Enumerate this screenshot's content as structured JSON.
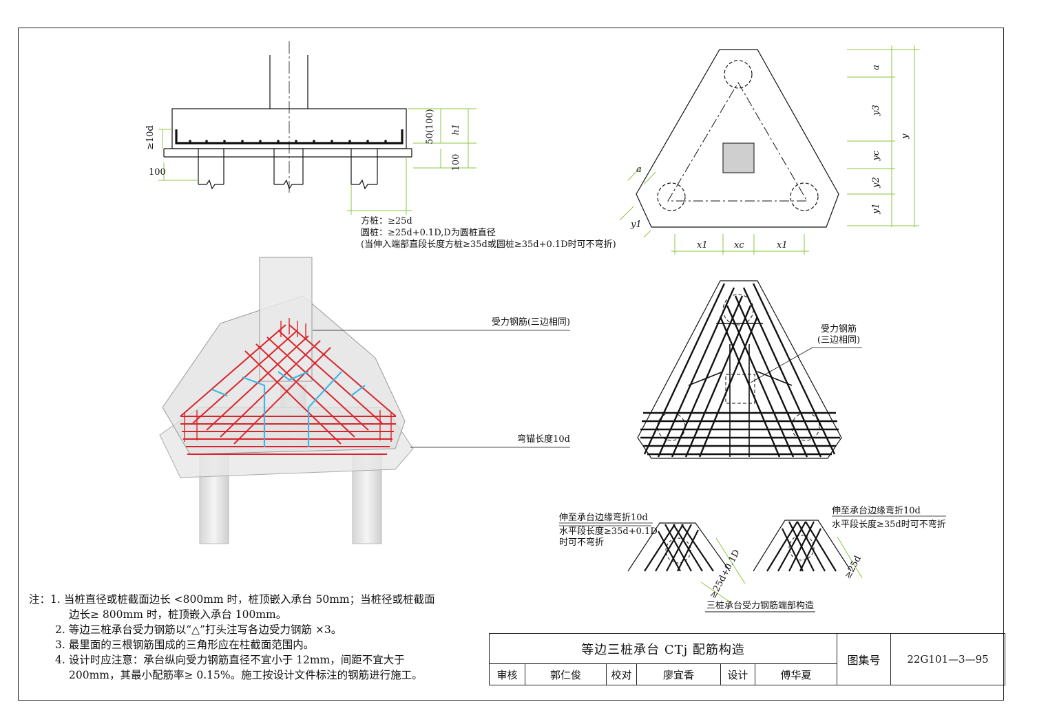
{
  "section_view": {
    "dim_left_top": "≥10d",
    "dim_left_bottom": "100",
    "dim_right_top": "50(100)",
    "dim_right_h": "h1",
    "dim_right_bottom": "100",
    "note_square": "方桩：≥25d",
    "note_round": "圆桩：≥25d+0.1D,D为圆桩直径",
    "note_condition": "(当伸入端部直段长度方桩≥35d或圆桩≥35d+0.1D时可不弯折)"
  },
  "plan_view": {
    "dim_a_top": "a",
    "dim_y3": "y3",
    "dim_y": "y",
    "dim_yc": "yc",
    "dim_y2": "y2",
    "dim_y1": "y1",
    "dim_a_left": "a",
    "dim_y1_left": "y1",
    "dim_x1_left": "x1",
    "dim_xc": "xc",
    "dim_x1_right": "x1"
  },
  "iso_view": {
    "label_bars": "受力钢筋(三边相同)",
    "label_hook": "弯锚长度10d"
  },
  "rebar_plan": {
    "label_bars": "受力钢筋",
    "label_bars_sub": "(三边相同)"
  },
  "end_detail": {
    "left_label_1": "伸至承台边缘弯折10d",
    "left_label_2": "水平段长度≥35d+0.1D",
    "left_label_3": "时可不弯折",
    "left_dim": "≥25d+0.1D",
    "right_label_1": "伸至承台边缘弯折10d",
    "right_label_2": "水平段长度≥35d时可不弯折",
    "right_dim": "≥25d",
    "caption": "三桩承台受力钢筋端部构造"
  },
  "notes": {
    "prefix": "注：",
    "n1a": "1. 当桩直径或桩截面边长 <800mm 时，桩顶嵌入承台 50mm；当桩径或桩截面",
    "n1b": "边长≥ 800mm 时，桩顶嵌入承台 100mm。",
    "n2": "2. 等边三桩承台受力钢筋以“△”打头注写各边受力钢筋 ×3。",
    "n3": "3. 最里面的三根钢筋围成的三角形应在柱截面范围内。",
    "n4a": "4. 设计时应注意：承台纵向受力钢筋直径不宜小于 12mm，间距不宜大于",
    "n4b": "200mm，其最小配筋率≥ 0.15%。施工按设计文件标注的钢筋进行施工。"
  },
  "title_block": {
    "title": "等边三桩承台 CTj 配筋构造",
    "atlas_label": "图集号",
    "atlas_number": "22G101—3—95",
    "review_label": "审核",
    "reviewer": "郭仁俊",
    "check_label": "校对",
    "checker": "廖宜香",
    "design_label": "设计",
    "designer": "傅华夏"
  },
  "colors": {
    "rebar_red": "#d8242a",
    "tie_cyan": "#3ab7e6",
    "dim_green": "#8cc63f",
    "line": "#111111"
  }
}
